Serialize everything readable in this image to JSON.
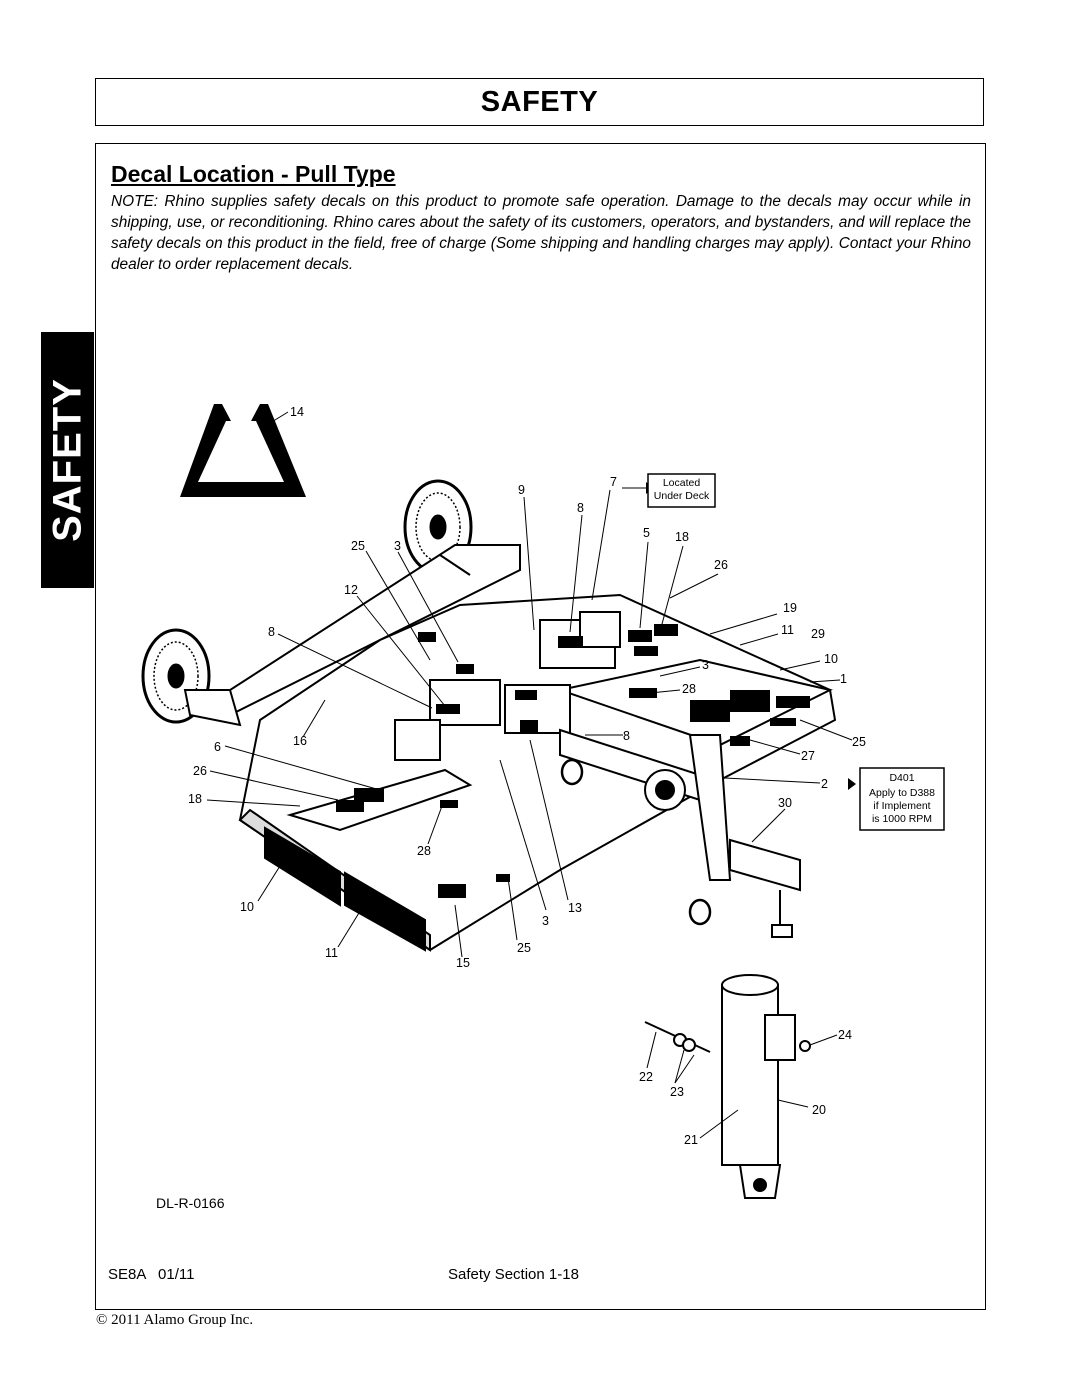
{
  "header": {
    "title": "SAFETY"
  },
  "side_tab": {
    "label": "SAFETY"
  },
  "section": {
    "heading": "Decal Location - Pull Type",
    "note_label": "NOTE:",
    "note_text": "Rhino supplies safety decals on this product to promote safe operation. Damage to the decals may occur while in shipping, use, or reconditioning. Rhino cares about the safety of its customers, operators, and bystanders, and will replace the safety decals on this product in the field, free of charge (Some shipping and handling charges may apply). Contact your Rhino dealer to order replacement decals."
  },
  "diagram": {
    "callouts": [
      "14",
      "9",
      "7",
      "8",
      "5",
      "18",
      "25",
      "3",
      "26",
      "12",
      "19",
      "11",
      "29",
      "8",
      "10",
      "3",
      "1",
      "28",
      "16",
      "8",
      "25",
      "6",
      "27",
      "26",
      "2",
      "18",
      "30",
      "28",
      "10",
      "3",
      "13",
      "11",
      "15",
      "25",
      "22",
      "23",
      "24",
      "20",
      "21"
    ],
    "located_box": {
      "line1": "Located",
      "line2": "Under Deck"
    },
    "d401_box": {
      "line1": "D401",
      "line2": "Apply to D388",
      "line3": "if Implement",
      "line4": "is 1000 RPM"
    },
    "drawing_number": "DL-R-0166"
  },
  "footer": {
    "left": "SE8A   01/11",
    "center": "Safety Section 1-18",
    "copyright": "© 2011 Alamo Group Inc."
  }
}
